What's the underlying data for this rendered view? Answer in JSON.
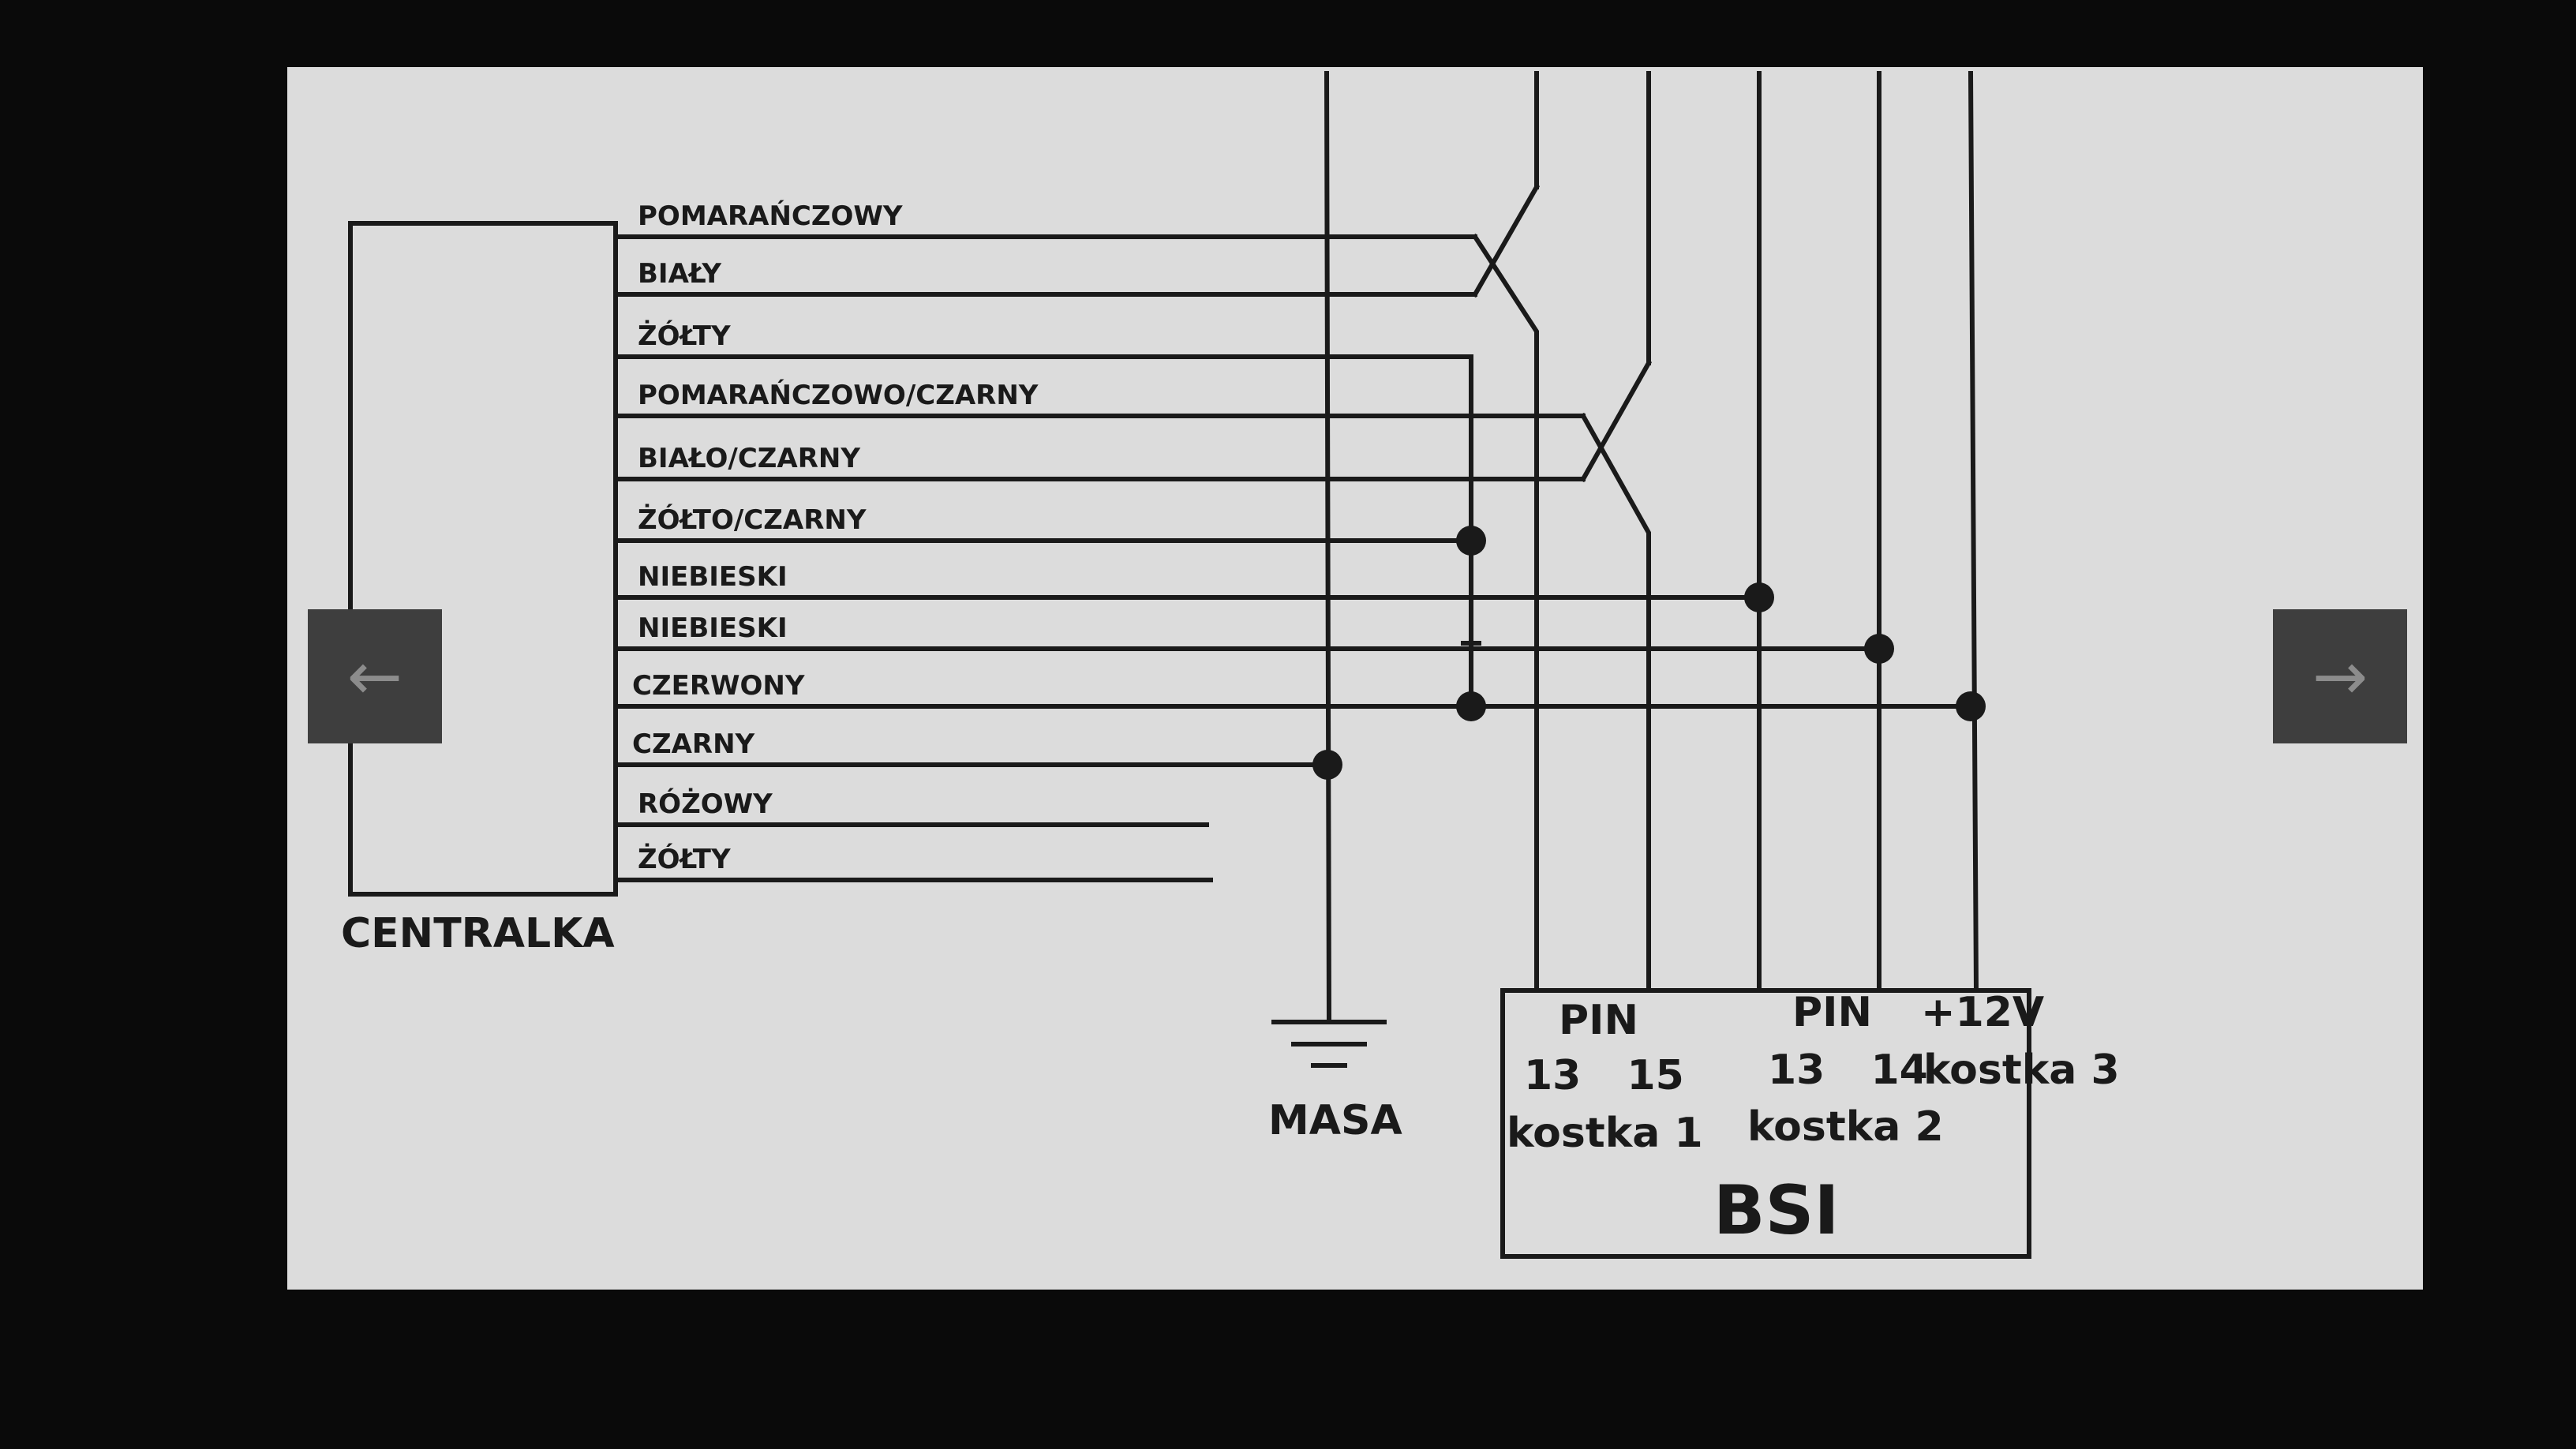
{
  "centralka_label": "CENTRALKA",
  "masa_label": "MASA",
  "bsi": {
    "title": "BSI",
    "group1": {
      "pin_label": "PIN",
      "pins": "13 15",
      "kostka": "kostka 1"
    },
    "group2": {
      "pin_label": "PIN",
      "pins": "13 14",
      "kostka": "kostka 2"
    },
    "group3": {
      "voltage": "+12V",
      "kostka": "kostka 3"
    }
  },
  "wires": [
    "POMARAŃCZOWY",
    "BIAŁY",
    "ŻÓŁTY",
    "POMARAŃCZOWO/CZARNY",
    "BIAŁO/CZARNY",
    "ŻÓŁTO/CZARNY",
    "NIEBIESKI",
    "NIEBIESKI",
    "CZERWONY",
    "CZARNY",
    "RÓŻOWY",
    "ŻÓŁTY"
  ],
  "nav": {
    "prev_icon": "arrow-left-icon",
    "next_icon": "arrow-right-icon",
    "prev_glyph": "←",
    "next_glyph": "→"
  }
}
